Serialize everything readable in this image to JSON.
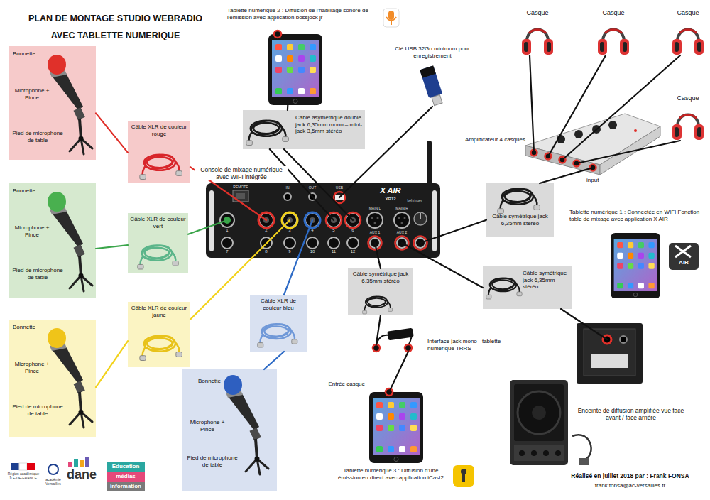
{
  "diagram": {
    "title": "PLAN DE MONTAGE STUDIO WEBRADIO AVEC TABLETTE NUMERIQUE",
    "nodes": [
      {
        "text": [
          "Bonnette",
          "Microphone + Pince",
          "Pied de microphone de table"
        ]
      },
      {
        "text": [
          "Bonnette",
          "Microphone + Pince",
          "Pied de microphone de table"
        ]
      },
      {
        "text": [
          "Bonnette",
          "Microphone + Pince",
          "Pied de microphone de table"
        ]
      },
      {
        "text": [
          "Bonnette",
          "Microphone + Pince",
          "Pied de microphone de table"
        ]
      },
      {
        "text": [
          "Câble XLR de couleur rouge"
        ]
      },
      {
        "text": [
          "Câble XLR de couleur vert"
        ]
      },
      {
        "text": [
          "Câble XLR de couleur jaune"
        ]
      },
      {
        "text": [
          "Câble XLR de couleur bleu"
        ]
      },
      {
        "text": [
          "Tablette numérique 2 : Diffusion de l'habillage sonore de l'émission avec application bossjock jr"
        ]
      },
      {
        "text": [
          "Cable asymétrique double jack 6,35mm mono – mini-jack 3,5mm stéréo"
        ]
      },
      {
        "text": [
          "Clé USB 32Go minimum pour enregistrement"
        ]
      },
      {
        "text": [
          "Console de mixage numérique avec WIFI intégrée"
        ]
      },
      {
        "text": [
          "Casque"
        ]
      },
      {
        "text": [
          "Casque"
        ]
      },
      {
        "text": [
          "Casque"
        ]
      },
      {
        "text": [
          "Casque"
        ]
      },
      {
        "text": [
          "Amplificateur 4 casques",
          "input"
        ]
      },
      {
        "text": [
          "Câble symétrique jack 6,35mm stéréo"
        ]
      },
      {
        "text": [
          "Tablette numérique 1 : Connectée en WIFI Fonction table de mixage avec application X AIR"
        ]
      },
      {
        "text": [
          "Câble symétrique jack 6,35mm stéréo"
        ]
      },
      {
        "text": [
          "Câble symétrique jack 6,35mm stéréo"
        ]
      },
      {
        "text": [
          "Interface jack mono - tablette numérique TRRS"
        ]
      },
      {
        "text": [
          "Entrée casque",
          "Tablette numérique 3 : Diffusion d'une émission en direct avec application iCast2"
        ]
      },
      {
        "text": [
          "Enceinte de diffusion amplifiée vue face avant / face arrière"
        ]
      }
    ],
    "edges": [
      {
        "from": 0,
        "to": 4,
        "arrow": "none"
      },
      {
        "from": 4,
        "to": 11,
        "arrow": "none"
      },
      {
        "from": 1,
        "to": 5,
        "arrow": "none"
      },
      {
        "from": 5,
        "to": 11,
        "arrow": "none"
      },
      {
        "from": 2,
        "to": 6,
        "arrow": "none"
      },
      {
        "from": 6,
        "to": 11,
        "arrow": "none"
      },
      {
        "from": 3,
        "to": 7,
        "arrow": "none"
      },
      {
        "from": 7,
        "to": 11,
        "arrow": "none"
      },
      {
        "from": 8,
        "to": 9,
        "arrow": "none"
      },
      {
        "from": 9,
        "to": 11,
        "arrow": "none"
      },
      {
        "from": 9,
        "to": 11,
        "arrow": "none"
      },
      {
        "from": 10,
        "to": 11,
        "arrow": "none"
      },
      {
        "from": 12,
        "to": 16,
        "arrow": "none"
      },
      {
        "from": 13,
        "to": 16,
        "arrow": "none"
      },
      {
        "from": 14,
        "to": 16,
        "arrow": "none"
      },
      {
        "from": 15,
        "to": 16,
        "arrow": "none"
      },
      {
        "from": 16,
        "to": 17,
        "arrow": "none"
      },
      {
        "from": 17,
        "to": 11,
        "arrow": "none"
      },
      {
        "from": 11,
        "to": 19,
        "arrow": "none"
      },
      {
        "from": 19,
        "to": 21,
        "arrow": "none"
      },
      {
        "from": 21,
        "to": 22,
        "arrow": "none"
      },
      {
        "from": 11,
        "to": 20,
        "arrow": "none"
      },
      {
        "from": 20,
        "to": 23,
        "arrow": "none"
      }
    ],
    "labels": [
      "REMOTE",
      "IN",
      "OUT",
      "USB",
      "X AIR",
      "XR12",
      "behringer",
      "MAIN L",
      "MAIN R",
      "AUX 1",
      "AUX 2",
      "1",
      "2",
      "3",
      "4",
      "5",
      "6",
      "7",
      "8",
      "9",
      "10",
      "11",
      "12",
      "AIR",
      "Réalisé en juillet 2018 par : Frank FONSA",
      "frank.fonsa@ac-versailles.fr",
      "Région académique ÎLE-DE-FRANCE",
      "académie Versailles",
      "dane",
      "Education médias information"
    ]
  }
}
